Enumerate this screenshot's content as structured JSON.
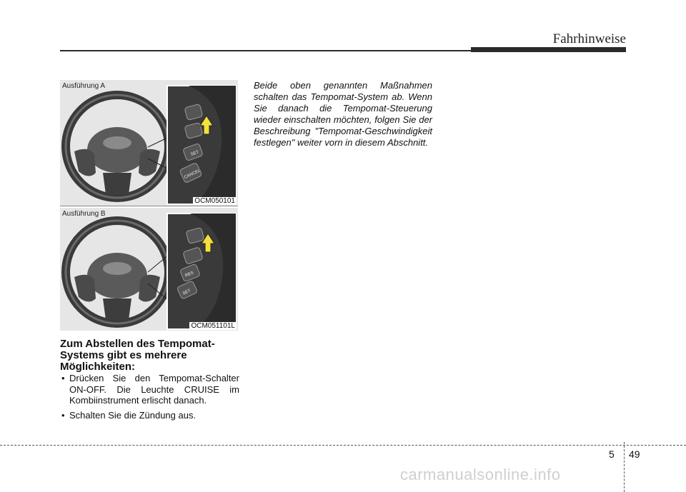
{
  "header": {
    "title": "Fahrhinweise"
  },
  "figures": {
    "a": {
      "label": "Ausführung A",
      "code": "OCM050101",
      "buttons": [
        "SET",
        "CANCEL"
      ]
    },
    "b": {
      "label": "Ausführung B",
      "code": "OCM051101L",
      "buttons": [
        "RES",
        "SET"
      ]
    }
  },
  "left": {
    "heading": "Zum Abstellen des Tempomat-Systems gibt es mehrere Möglichkeiten:",
    "bullets": [
      "Drücken Sie den Tempomat-Schalter ON-OFF. Die Leuchte CRUISE im Kombiinstrument erlischt danach.",
      "Schalten Sie die Zündung aus."
    ]
  },
  "right": {
    "paragraph": "Beide oben genannten Maßnahmen schalten das Tempomat-System ab. Wenn Sie danach die Tempomat-Steuerung wieder einschalten möchten, folgen Sie der Beschreibung \"Tempomat-Geschwindigkeit festlegen\" weiter vorn in diesem Abschnitt."
  },
  "footer": {
    "chapter": "5",
    "page": "49"
  },
  "watermark": "carmanualsonline.info"
}
